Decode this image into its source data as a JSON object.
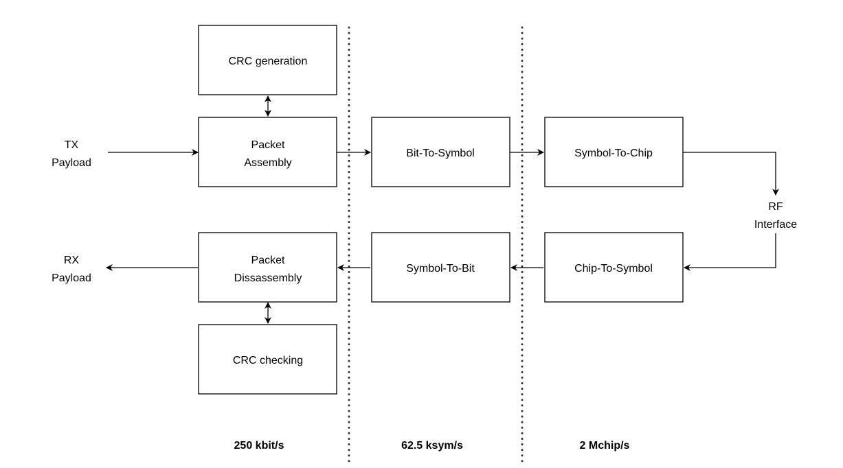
{
  "blocks": {
    "crc_generation": "CRC generation",
    "packet_assembly": [
      "Packet",
      "Assembly"
    ],
    "bit_to_symbol": "Bit-To-Symbol",
    "symbol_to_chip": "Symbol-To-Chip",
    "packet_disassembly": [
      "Packet",
      "Dissassembly"
    ],
    "symbol_to_bit": "Symbol-To-Bit",
    "chip_to_symbol": "Chip-To-Symbol",
    "crc_checking": "CRC checking"
  },
  "terminals": {
    "tx_payload": [
      "TX",
      "Payload"
    ],
    "rx_payload": [
      "RX",
      "Payload"
    ],
    "rf_interface": [
      "RF",
      "Interface"
    ]
  },
  "rates": {
    "zone1": "250 kbit/s",
    "zone2": "62.5 ksym/s",
    "zone3": "2 Mchip/s"
  }
}
